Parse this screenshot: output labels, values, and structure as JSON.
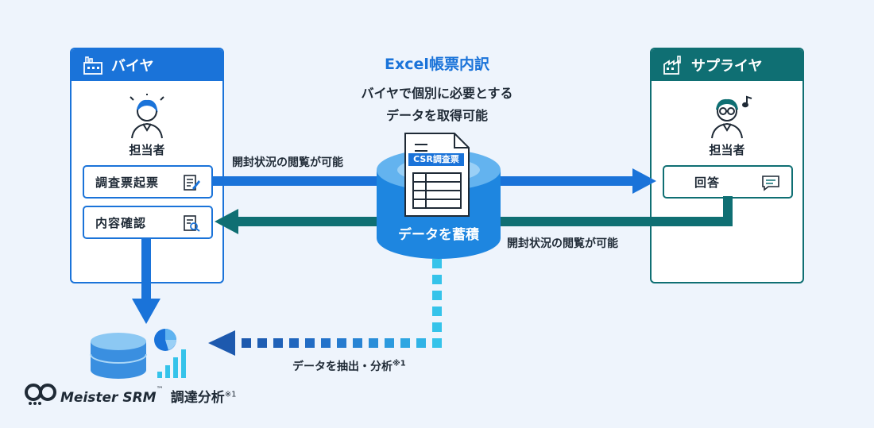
{
  "buyer": {
    "title": "バイヤ",
    "role": "担当者",
    "action1": "調査票起票",
    "action2": "内容確認"
  },
  "supplier": {
    "title": "サプライヤ",
    "role": "担当者",
    "action": "回答"
  },
  "center": {
    "excel_title": "Excel帳票内訳",
    "excel_desc_line1": "バイヤで個別に必要とする",
    "excel_desc_line2": "データを取得可能",
    "doc_label": "CSR調査票",
    "db_label": "データを蓄積"
  },
  "flows": {
    "top_label": "開封状況の閲覧が可能",
    "bottom_label": "開封状況の閲覧が可能",
    "extract_label": "データを抽出・分析",
    "extract_note": "※1"
  },
  "brand": {
    "logo_text": "Meister SRM",
    "tm": "™",
    "suffix": "調達分析",
    "note": "※1"
  },
  "colors": {
    "blue": "#1a73d9",
    "teal": "#0f6f73",
    "dashed": "#35c3ea",
    "bg": "#eef4fc"
  }
}
